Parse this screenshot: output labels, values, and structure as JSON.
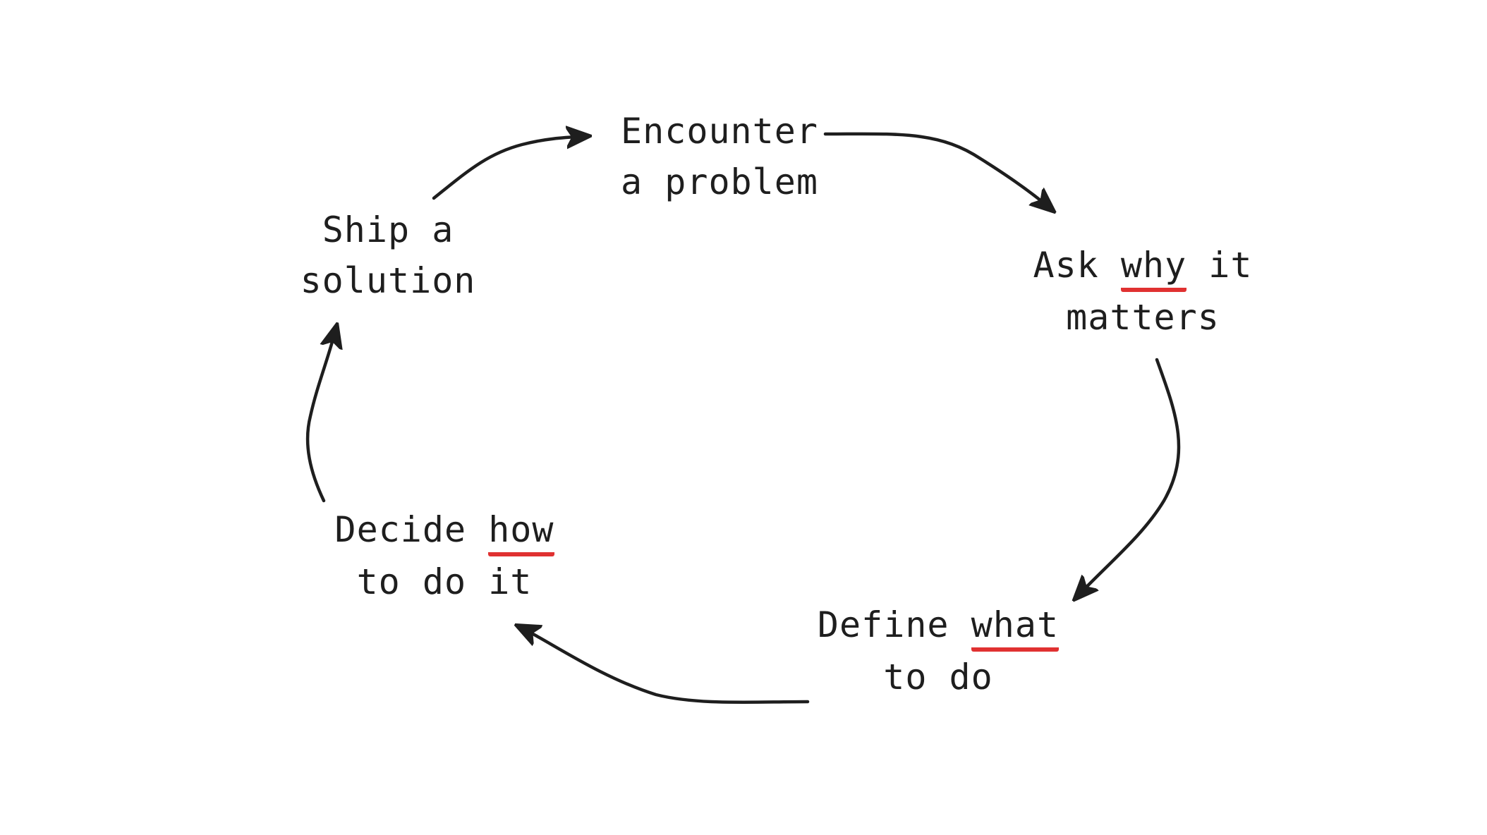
{
  "diagram": {
    "nodes": {
      "encounter": {
        "line1": "Encounter",
        "line2": "a problem"
      },
      "ask": {
        "pre": "Ask ",
        "highlight": "why",
        "post": " it",
        "line2": "matters"
      },
      "define": {
        "pre": "Define ",
        "highlight": "what",
        "line2": "to do"
      },
      "decide": {
        "pre": "Decide ",
        "highlight": "how",
        "line2": "to do it"
      },
      "ship": {
        "line1": "Ship a",
        "line2": "solution"
      }
    },
    "edges": [
      {
        "from": "Encounter a problem",
        "to": "Ask why it matters"
      },
      {
        "from": "Ask why it matters",
        "to": "Define what to do"
      },
      {
        "from": "Define what to do",
        "to": "Decide how to do it"
      },
      {
        "from": "Decide how to do it",
        "to": "Ship a solution"
      },
      {
        "from": "Ship a solution",
        "to": "Encounter a problem"
      }
    ],
    "colors": {
      "ink": "#1e1e1e",
      "highlight_underline": "#e03131",
      "background": "#ffffff"
    }
  }
}
